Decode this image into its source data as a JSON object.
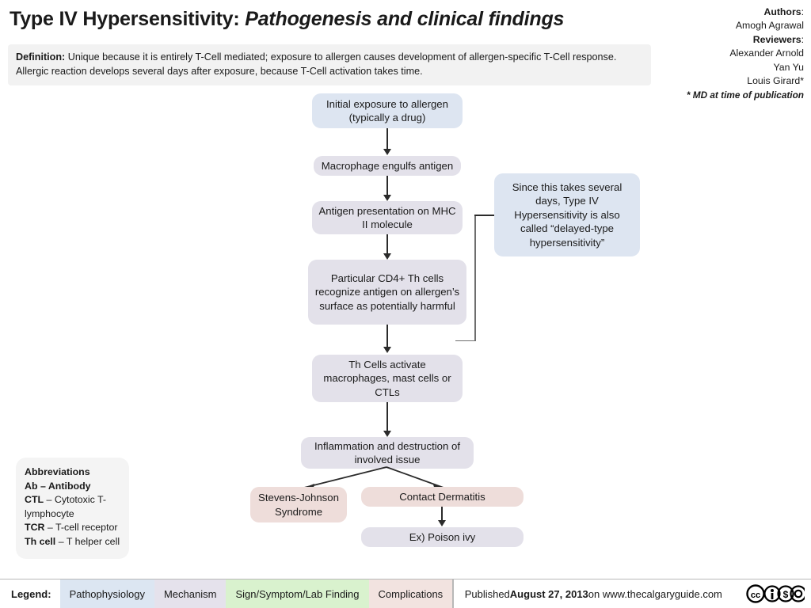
{
  "header": {
    "title_main": "Type IV Hypersensitivity: ",
    "title_sub": "Pathogenesis and clinical findings",
    "definition_label": "Definition:",
    "definition_text": " Unique because it is entirely T-Cell mediated; exposure to allergen causes development of allergen-specific T-Cell response. Allergic reaction develops several days after exposure, because T-Cell activation takes time."
  },
  "credits": {
    "authors_label": "Authors",
    "authors_colon": ":",
    "author_1": "Amogh Agrawal",
    "reviewers_label": "Reviewers",
    "reviewers_colon": ":",
    "reviewer_1": "Alexander Arnold",
    "reviewer_2": "Yan Yu",
    "reviewer_3": "Louis Girard*",
    "footnote": "* MD at time of publication"
  },
  "flow": {
    "node_1": "Initial exposure to allergen (typically a drug)",
    "node_2": "Macrophage engulfs antigen",
    "node_3": "Antigen presentation on MHC II molecule",
    "node_4": "Particular CD4+ Th cells recognize antigen on allergen’s surface as potentially harmful",
    "node_5": "Th Cells activate macrophages, mast cells or CTLs",
    "node_6": "Inflammation and destruction of involved issue",
    "node_7": "Stevens-Johnson Syndrome",
    "node_8": "Contact Dermatitis",
    "node_9": "Ex) Poison ivy",
    "annotation": "Since this takes several days, Type IV Hypersensitivity is also called “delayed-type hypersensitivity”"
  },
  "abbreviations": {
    "title": "Abbreviations",
    "items": [
      {
        "term": "Ab",
        "dash": " – ",
        "def": "Antibody",
        "bold_def": true
      },
      {
        "term": "CTL",
        "dash": " – ",
        "def": "Cytotoxic T-lymphocyte",
        "bold_def": false
      },
      {
        "term": "TCR",
        "dash": " – ",
        "def": "T-cell receptor",
        "bold_def": false
      },
      {
        "term": "Th cell",
        "dash": " – ",
        "def": "T helper cell",
        "bold_def": false
      }
    ]
  },
  "footer": {
    "legend_label": "Legend:",
    "swatches": [
      {
        "label": "Pathophysiology",
        "color": "#dce6f2"
      },
      {
        "label": "Mechanism",
        "color": "#e5e2ec"
      },
      {
        "label": "Sign/Symptom/Lab Finding",
        "color": "#d9f2ce"
      },
      {
        "label": "Complications",
        "color": "#f2e3e0"
      }
    ],
    "published_prefix": "Published ",
    "published_date": "August 27, 2013",
    "published_suffix": " on www.thecalgaryguide.com",
    "license": "CC BY-NC-SA",
    "license_marks": [
      "cc",
      "by",
      "nc",
      "sa"
    ]
  },
  "colors": {
    "pathophysiology": "#dde5f1",
    "mechanism": "#e3e1ea",
    "complications": "#eeddda",
    "arrow": "#2b2b2b",
    "bracket": "#6e6e6e"
  }
}
